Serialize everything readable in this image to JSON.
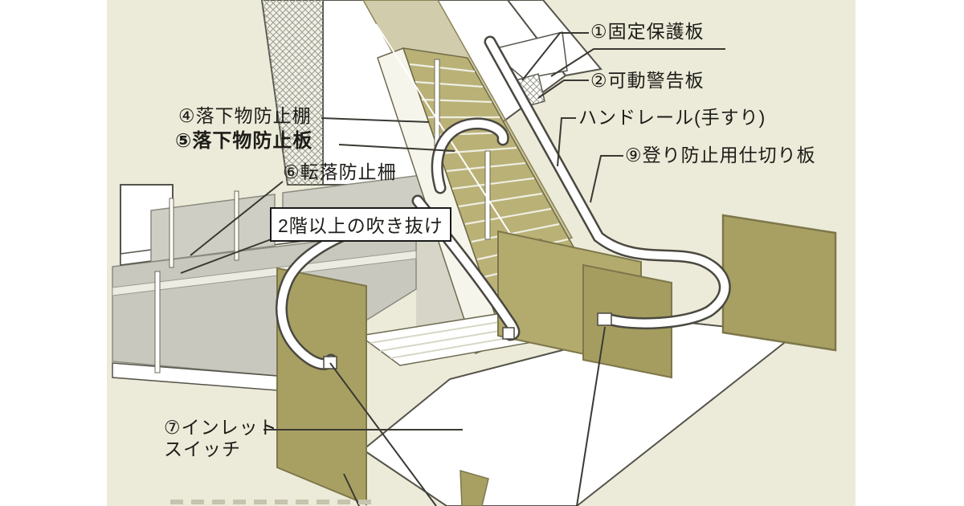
{
  "figure": {
    "colors": {
      "page_background": "#ffffff",
      "diagram_background": "#ECEBD9",
      "panel_khaki": "#A8A062",
      "steps_khaki": "#B9B176",
      "fence_gray": "#C9C8BF",
      "line_ink": "#4a4840"
    },
    "callouts": {
      "fixed_guard_plate": "①固定保護板",
      "movable_warning_plate": "②可動警告板",
      "handrail": "ハンドレール(手すり)",
      "climb_prevention_partition": "⑨登り防止用仕切り板",
      "falling_object_shelf": "④落下物防止棚",
      "falling_object_plate": "⑤落下物防止板",
      "fall_prevention_fence": "⑥転落防止柵",
      "atrium_note": "2階以上の吹き抜け",
      "inlet_switch_line1": "⑦インレット",
      "inlet_switch_line2": "スイッチ"
    }
  }
}
